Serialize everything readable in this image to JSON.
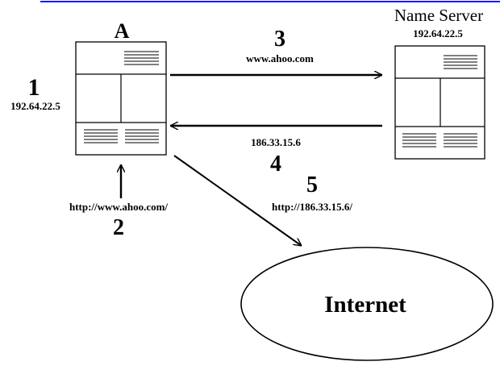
{
  "top_rule_color": "#1a1aff",
  "computer_a": {
    "label": "A",
    "step_number": "1",
    "ip": "192.64.22.5"
  },
  "name_server": {
    "label": "Name Server",
    "ip": "192.64.22.5"
  },
  "steps": {
    "step2": {
      "number": "2",
      "text": "http://www.ahoo.com/"
    },
    "step3": {
      "number": "3",
      "text": "www.ahoo.com"
    },
    "step4": {
      "number": "4",
      "text": "186.33.15.6"
    },
    "step5": {
      "number": "5",
      "text": "http://186.33.15.6/"
    }
  },
  "internet": {
    "label": "Internet"
  }
}
